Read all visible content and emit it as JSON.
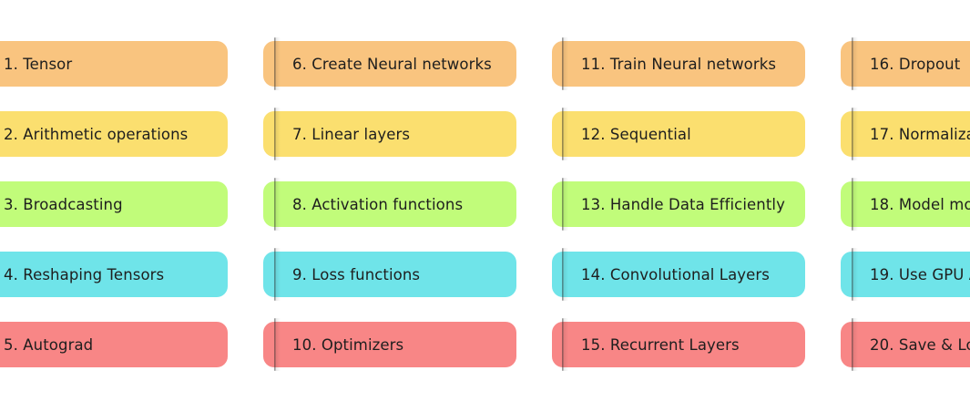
{
  "colors": {
    "orange": "#F9C47F",
    "yellow": "#FBDF6F",
    "green": "#C1FC7A",
    "cyan": "#6FE4E9",
    "red": "#F88686"
  },
  "columns": [
    {
      "items": [
        {
          "label": "1. Tensor",
          "color": "orange"
        },
        {
          "label": "2. Arithmetic operations",
          "color": "yellow"
        },
        {
          "label": "3. Broadcasting",
          "color": "green"
        },
        {
          "label": "4. Reshaping Tensors",
          "color": "cyan"
        },
        {
          "label": "5. Autograd",
          "color": "red"
        }
      ]
    },
    {
      "items": [
        {
          "label": "6. Create Neural networks",
          "color": "orange"
        },
        {
          "label": "7. Linear layers",
          "color": "yellow"
        },
        {
          "label": "8. Activation functions",
          "color": "green"
        },
        {
          "label": "9. Loss functions",
          "color": "cyan"
        },
        {
          "label": "10. Optimizers",
          "color": "red"
        }
      ]
    },
    {
      "items": [
        {
          "label": "11. Train Neural networks",
          "color": "orange"
        },
        {
          "label": "12. Sequential",
          "color": "yellow"
        },
        {
          "label": "13. Handle Data Efficiently",
          "color": "green"
        },
        {
          "label": "14. Convolutional Layers",
          "color": "cyan"
        },
        {
          "label": "15. Recurrent Layers",
          "color": "red"
        }
      ]
    },
    {
      "items": [
        {
          "label": "16. Dropout",
          "color": "orange"
        },
        {
          "label": "17. Normaliza",
          "color": "yellow"
        },
        {
          "label": "18. Model mo",
          "color": "green"
        },
        {
          "label": "19. Use GPU A",
          "color": "cyan"
        },
        {
          "label": "20. Save & Lo",
          "color": "red"
        }
      ]
    }
  ]
}
